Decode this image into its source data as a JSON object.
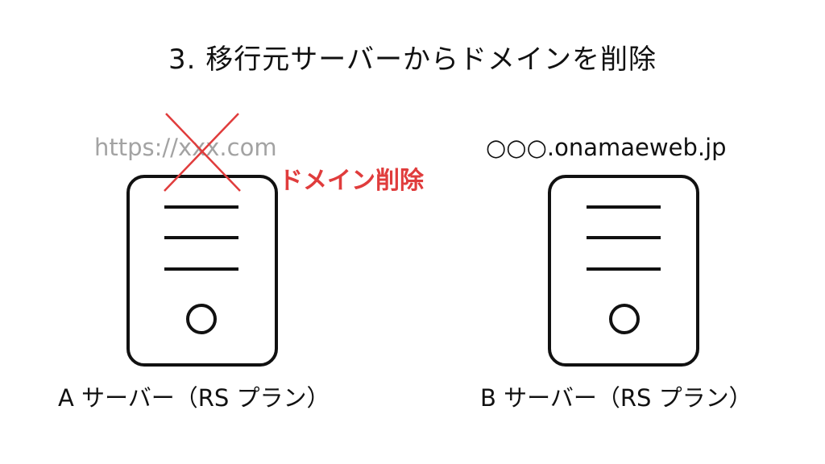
{
  "title": "3. 移行元サーバーからドメインを削除",
  "left_server": {
    "url": "https://xxx.com",
    "deletion_note": "ドメイン削除",
    "caption": "A サーバー（RS プラン）"
  },
  "right_server": {
    "url": "○○○.onamaeweb.jp",
    "caption": "B サーバー（RS プラン）"
  },
  "colors": {
    "delete_mark": "#e03c3c",
    "strikethrough_text": "#a3a3a3",
    "outline": "#111111"
  },
  "icons": [
    "server-icon",
    "cross-icon"
  ]
}
